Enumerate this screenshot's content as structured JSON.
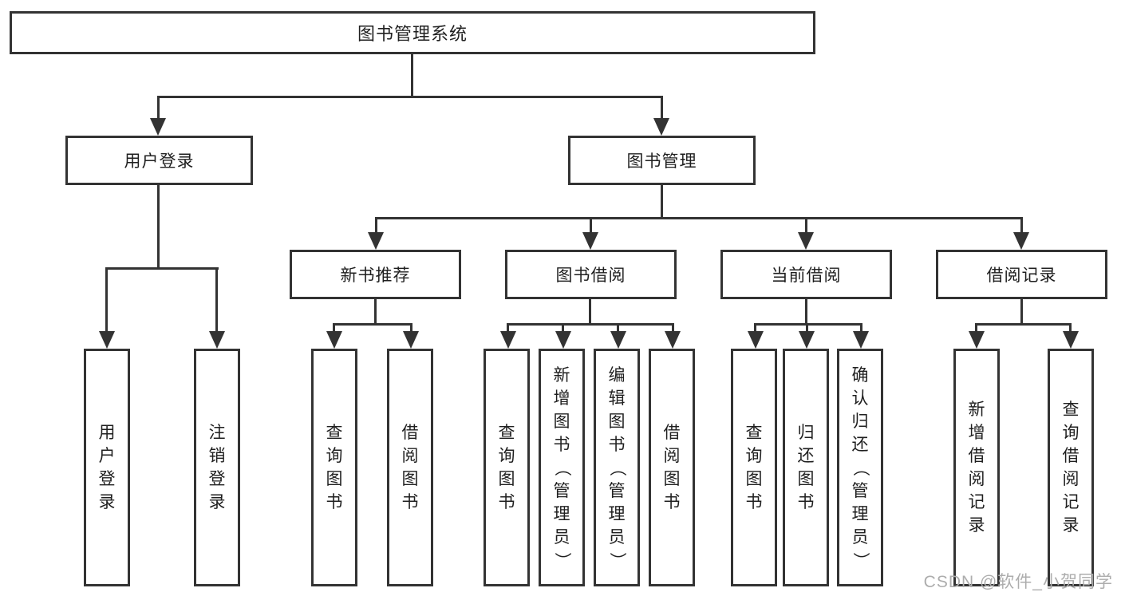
{
  "diagram_type": "hierarchy-tree",
  "colors": {
    "line": "#333333",
    "text": "#1f1f1f",
    "background": "#ffffff",
    "watermark": "#adadad"
  },
  "watermark": {
    "text": "CSDN @软件_小贺同学"
  },
  "tree": {
    "root": {
      "label": "图书管理系统",
      "children": [
        {
          "label": "用户登录",
          "children": [
            {
              "label": "用户登录"
            },
            {
              "label": "注销登录"
            }
          ]
        },
        {
          "label": "图书管理",
          "children": [
            {
              "label": "新书推荐",
              "children": [
                {
                  "label": "查询图书"
                },
                {
                  "label": "借阅图书"
                }
              ]
            },
            {
              "label": "图书借阅",
              "children": [
                {
                  "label": "查询图书"
                },
                {
                  "label": "新增图书（管理员）"
                },
                {
                  "label": "编辑图书（管理员）"
                },
                {
                  "label": "借阅图书"
                }
              ]
            },
            {
              "label": "当前借阅",
              "children": [
                {
                  "label": "查询图书"
                },
                {
                  "label": "归还图书"
                },
                {
                  "label": "确认归还（管理员）"
                }
              ]
            },
            {
              "label": "借阅记录",
              "children": [
                {
                  "label": "新增借阅记录"
                },
                {
                  "label": "查询借阅记录"
                }
              ]
            }
          ]
        }
      ]
    }
  }
}
